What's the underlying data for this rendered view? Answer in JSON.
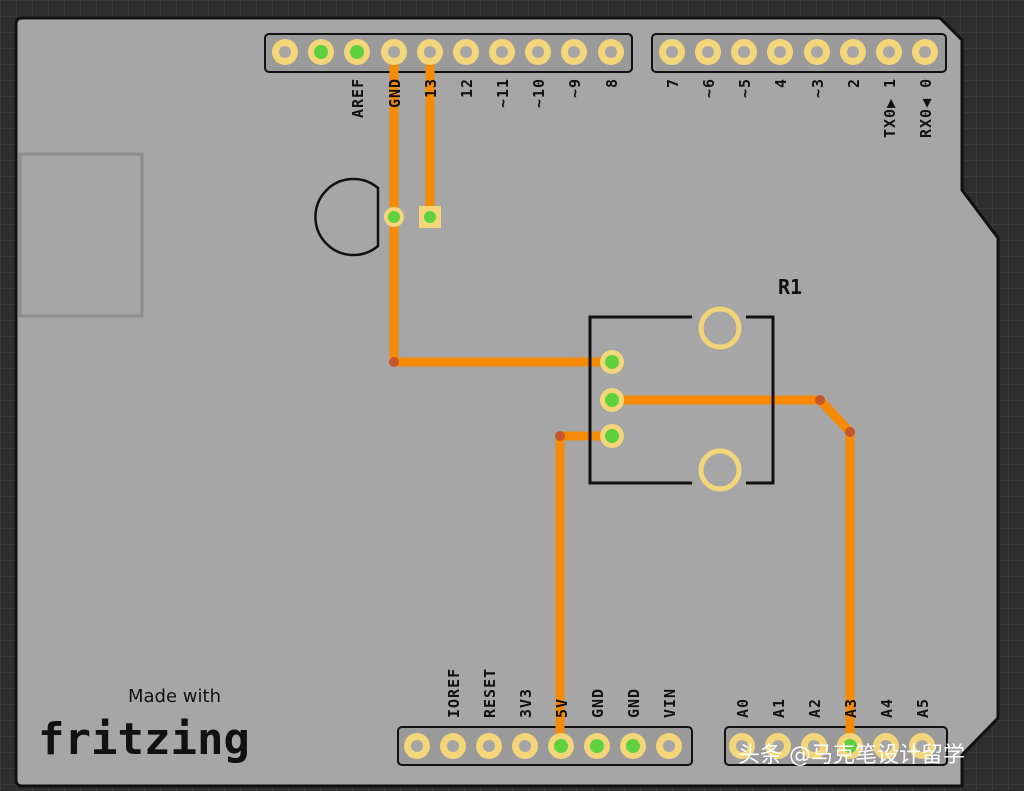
{
  "board": {
    "top_header_labels": [
      "AREF",
      "GND",
      "13",
      "12",
      "~11",
      "~10",
      "~9",
      "8",
      "7",
      "~6",
      "~5",
      "4",
      "~3",
      "2",
      "TX0▶ 1",
      "RX0◀ 0"
    ],
    "top_header_labels_display": [
      "AREF",
      "GND",
      "13",
      "12",
      "~11",
      "~10",
      "~9",
      "8",
      "7",
      "~6",
      "~5",
      "4",
      "~3",
      "2",
      "TX0◆",
      "RX0◆"
    ],
    "top_header_digits": [
      "1",
      "0"
    ],
    "power_header_labels": [
      "IOREF",
      "RESET",
      "3V3",
      "5V",
      "GND",
      "GND",
      "VIN"
    ],
    "analog_header_labels": [
      "A0",
      "A1",
      "A2",
      "A3",
      "A4",
      "A5"
    ],
    "connected_pins": [
      "GND",
      "13",
      "5V",
      "GND",
      "GND",
      "A3"
    ]
  },
  "components": {
    "potentiometer_label": "R1"
  },
  "branding": {
    "made_with": "Made with",
    "name": "fritzing"
  },
  "watermark": {
    "text": "头条 @马克笔设计留学"
  },
  "colors": {
    "board": "#a6a6a6",
    "trace": "#f58a07",
    "pad_ring": "#f4d67a",
    "pad_connected": "#5fd13f",
    "outline": "#111111",
    "background": "#2e2e2e"
  }
}
